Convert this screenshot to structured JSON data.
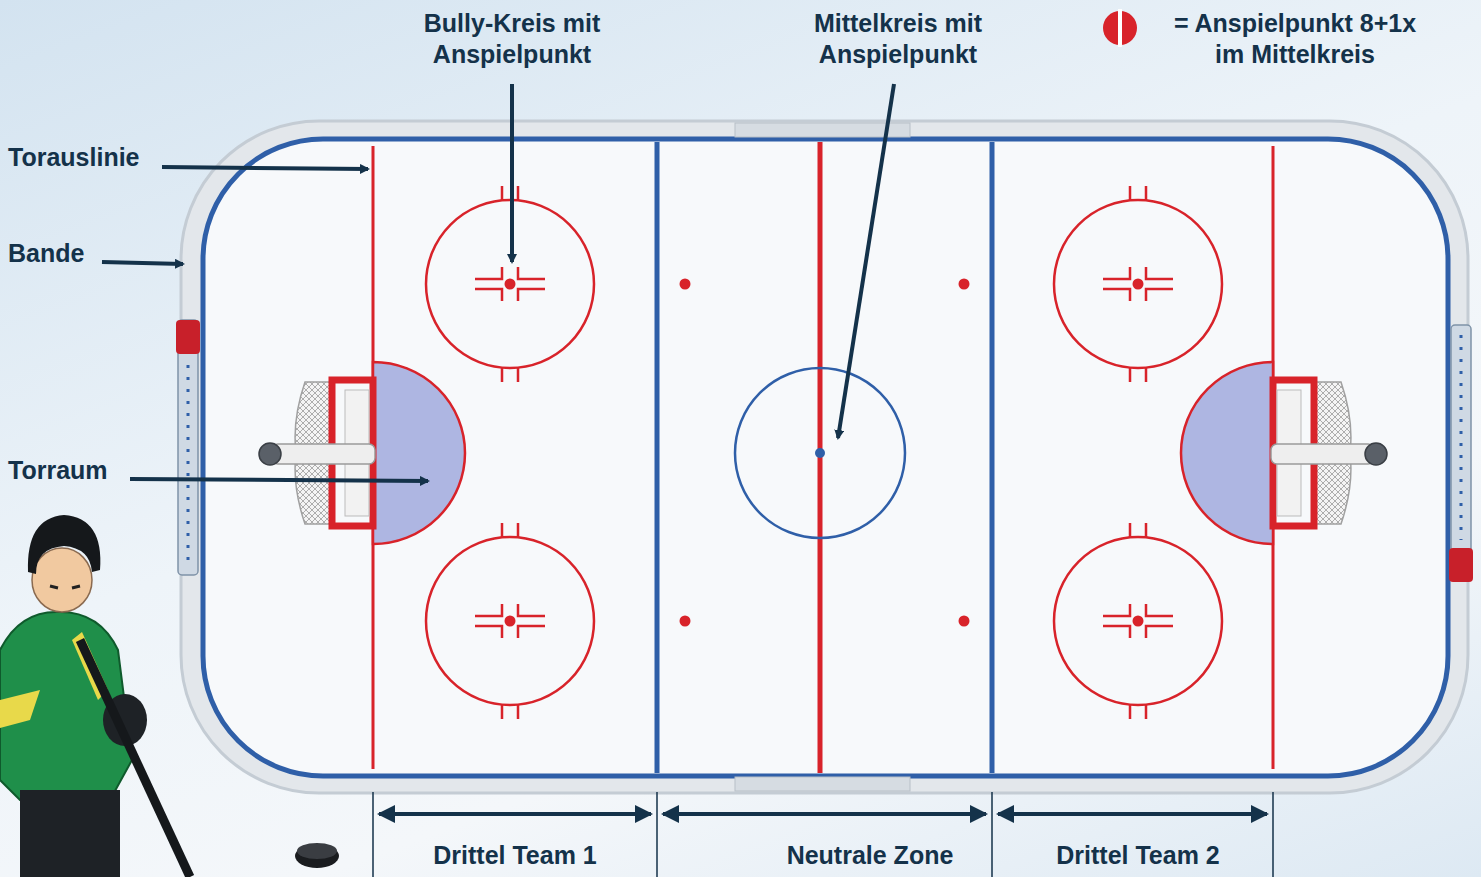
{
  "diagram": {
    "labels": [
      "Bully-Kreis mit Anspielpunkt",
      "Mittelkreis mit Anspielpunkt",
      "Torauslinie",
      "Bande",
      "Torraum",
      "Drittel Team 1",
      "Neutrale Zone",
      "Drittel Team 2"
    ],
    "legend": [
      {
        "text": "= Anspielpunkt 8+1x im Mittelkreis"
      }
    ]
  }
}
